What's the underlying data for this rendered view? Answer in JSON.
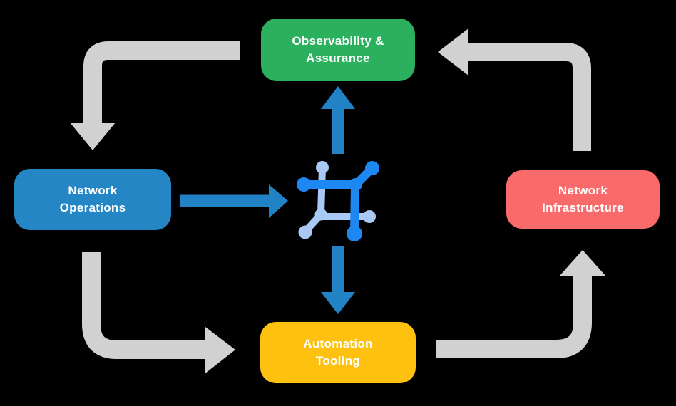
{
  "diagram": {
    "nodes": {
      "observability": {
        "label_line1": "Observability &",
        "label_line2": "Assurance",
        "color": "#2BB05E"
      },
      "operations": {
        "label_line1": "Network",
        "label_line2": "Operations",
        "color": "#2586C6"
      },
      "infrastructure": {
        "label_line1": "Network",
        "label_line2": "Infrastructure",
        "color": "#F96B6B"
      },
      "automation": {
        "label_line1": "Automation",
        "label_line2": "Tooling",
        "color": "#FEC110"
      }
    },
    "center_icon": "network-mesh-icon",
    "colors": {
      "background": "#000000",
      "flow_arrow": "#D1D1D1",
      "data_arrow": "#2182C6",
      "icon_dark_blue": "#1E88F2",
      "icon_light_blue": "#A9C9F4"
    }
  }
}
